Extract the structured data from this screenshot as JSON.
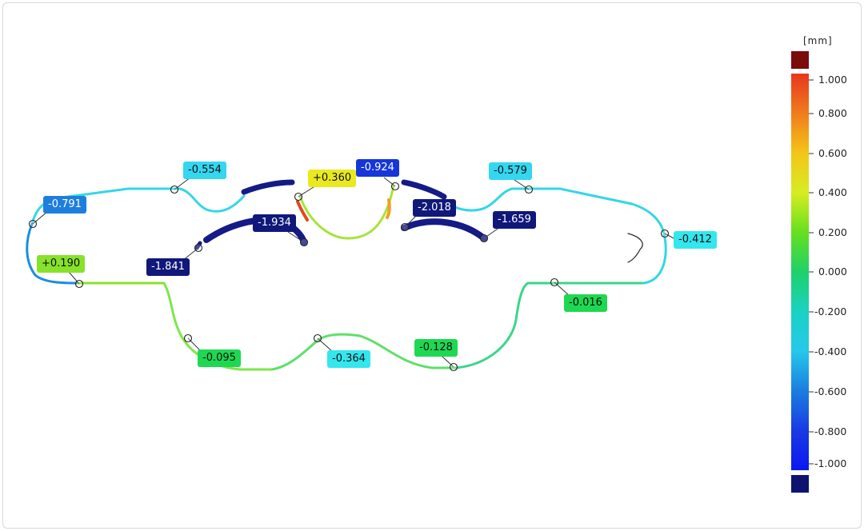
{
  "scale": {
    "unit": "[mm]",
    "ticks": [
      "1.000",
      "0.800",
      "0.600",
      "0.400",
      "0.200",
      "0.000",
      "-0.200",
      "-0.400",
      "-0.600",
      "-0.800",
      "-1.000"
    ],
    "colors": {
      "over": "#7a0c0c",
      "under": "#0c1470",
      "gradient": [
        "#e8351e",
        "#f07c1c",
        "#f4c518",
        "#d7ec22",
        "#66e01e",
        "#1ed16a",
        "#1ad2c2",
        "#26c8ec",
        "#1a7ee0",
        "#1a3ae4",
        "#0a18f0"
      ]
    }
  },
  "labels": [
    {
      "id": "l1",
      "text": "-0.554",
      "bg": "#34d6f0",
      "fg": "#111111"
    },
    {
      "id": "l2",
      "text": "+0.360",
      "bg": "#e9e91e",
      "fg": "#111111"
    },
    {
      "id": "l3",
      "text": "-0.924",
      "bg": "#1636d8",
      "fg": "#ffffff"
    },
    {
      "id": "l4",
      "text": "-0.579",
      "bg": "#34d6f0",
      "fg": "#111111"
    },
    {
      "id": "l5",
      "text": "-0.791",
      "bg": "#1e7ede",
      "fg": "#ffffff"
    },
    {
      "id": "l6",
      "text": "-1.934",
      "bg": "#10187a",
      "fg": "#ffffff"
    },
    {
      "id": "l7",
      "text": "-2.018",
      "bg": "#10187a",
      "fg": "#ffffff"
    },
    {
      "id": "l8",
      "text": "-1.659",
      "bg": "#10187a",
      "fg": "#ffffff"
    },
    {
      "id": "l9",
      "text": "-0.412",
      "bg": "#34e6ee",
      "fg": "#111111"
    },
    {
      "id": "l10",
      "text": "+0.190",
      "bg": "#86e22a",
      "fg": "#111111"
    },
    {
      "id": "l11",
      "text": "-1.841",
      "bg": "#10187a",
      "fg": "#ffffff"
    },
    {
      "id": "l12",
      "text": "-0.016",
      "bg": "#1ed852",
      "fg": "#111111"
    },
    {
      "id": "l13",
      "text": "-0.095",
      "bg": "#1ed852",
      "fg": "#111111"
    },
    {
      "id": "l14",
      "text": "-0.364",
      "bg": "#34e6ee",
      "fg": "#111111"
    },
    {
      "id": "l15",
      "text": "-0.128",
      "bg": "#1ed852",
      "fg": "#111111"
    }
  ]
}
